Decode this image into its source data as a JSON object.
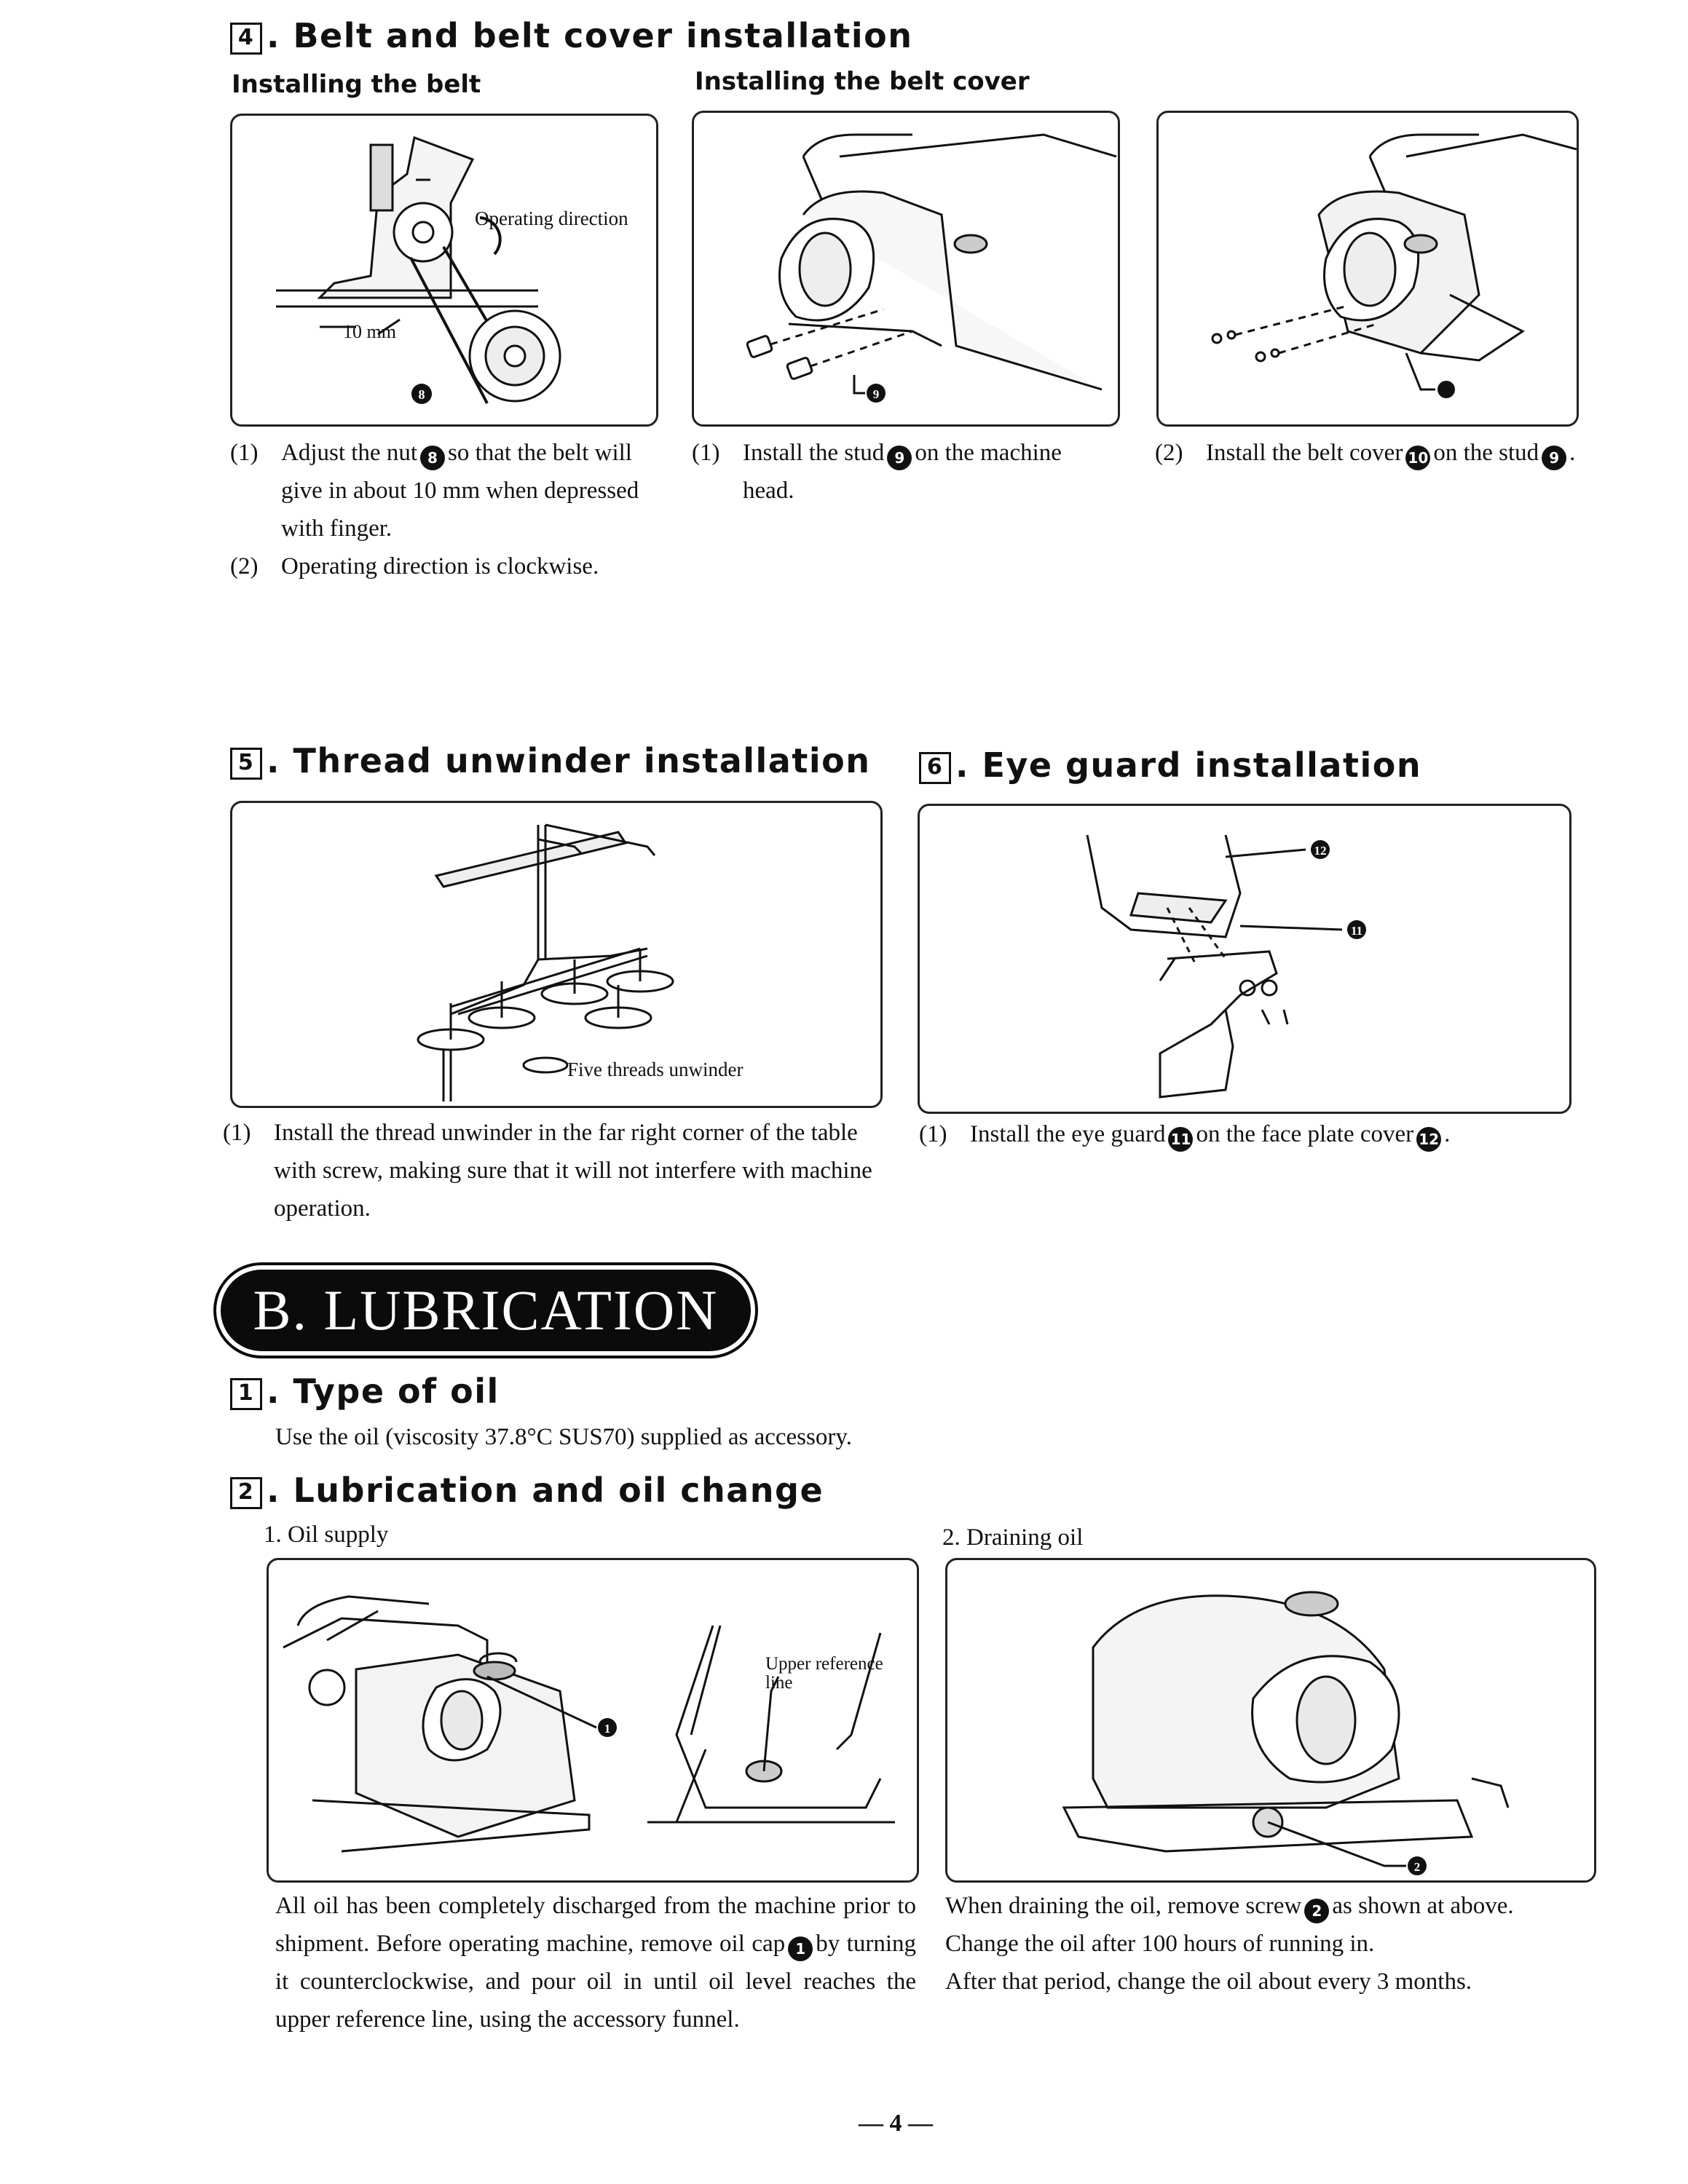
{
  "sec4": {
    "num": "4",
    "title": "Belt and belt cover installation",
    "sub_belt": "Installing the belt",
    "sub_cover": "Installing the belt cover",
    "fig_belt": {
      "op_dir": "Operating direction",
      "mm": "10 mm",
      "label_8": "8"
    },
    "fig_stud": {
      "label_9": "9"
    },
    "belt_items": [
      {
        "num": "(1)",
        "pre": "Adjust the nut",
        "badge": "8",
        "post": "so that the belt will give in about 10 mm when depressed with finger."
      },
      {
        "num": "(2)",
        "text": "Operating direction is clockwise."
      }
    ],
    "stud_item": {
      "num": "(1)",
      "pre": "Install the stud",
      "badge": "9",
      "post": "on the machine head."
    },
    "cover_item": {
      "num": "(2)",
      "pre": "Install the belt cover",
      "badge": "10",
      "mid": "on the stud",
      "badge2": "9",
      "post": "."
    }
  },
  "sec5": {
    "num": "5",
    "title": "Thread unwinder installation",
    "fig_label": "Five threads unwinder",
    "item": {
      "num": "(1)",
      "text": "Install the thread unwinder in the far right corner of the table with screw, making sure that it will not interfere with machine operation."
    }
  },
  "sec6": {
    "num": "6",
    "title": "Eye guard installation",
    "fig": {
      "label_12": "12",
      "label_11": "11"
    },
    "item": {
      "num": "(1)",
      "pre": "Install the eye guard",
      "badge": "11",
      "mid": "on the face plate cover",
      "badge2": "12",
      "post": "."
    }
  },
  "lub": {
    "banner": "B. LUBRICATION",
    "s1": {
      "num": "1",
      "title": "Type of oil",
      "text": "Use the oil (viscosity 37.8°C SUS70) supplied as accessory."
    },
    "s2": {
      "num": "2",
      "title": "Lubrication and oil change",
      "supply_label": "1. Oil supply",
      "drain_label": "2. Draining oil",
      "fig_supply": {
        "ref_line": "Upper reference line",
        "label_1": "1"
      },
      "fig_drain": {
        "label_2": "2"
      },
      "supply_text": {
        "pre": "All oil has been completely discharged from the machine prior to shipment. Before operating machine, remove oil cap",
        "badge": "1",
        "post": "by turning it counterclockwise, and pour oil in until oil level reaches the upper reference line, using the accessory funnel."
      },
      "drain_text": {
        "pre": "When draining the oil, remove screw",
        "badge": "2",
        "post": "as shown at above.",
        "line2": "Change the oil after 100 hours of running in.",
        "line3": "After that period, change the oil about every 3 months."
      }
    }
  },
  "page_number": "— 4 —"
}
